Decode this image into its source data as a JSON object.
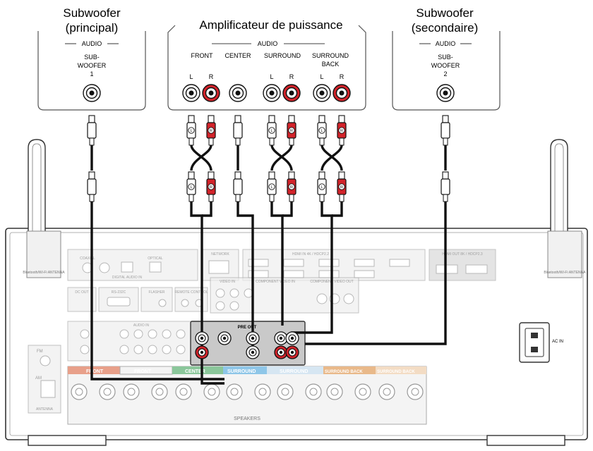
{
  "subwoofer_main": {
    "title_line1": "Subwoofer",
    "title_line2": "(principal)",
    "audio_label": "AUDIO",
    "jack_label_1": "SUB-",
    "jack_label_2": "WOOFER",
    "jack_label_3": "1"
  },
  "amplifier": {
    "title": "Amplificateur de puissance",
    "audio_label": "AUDIO",
    "channels": [
      "FRONT",
      "CENTER",
      "SURROUND",
      "SURROUND"
    ],
    "channel_extra": "BACK",
    "left": "L",
    "right": "R"
  },
  "subwoofer_secondary": {
    "title_line1": "Subwoofer",
    "title_line2": "(secondaire)",
    "audio_label": "AUDIO",
    "jack_label_1": "SUB-",
    "jack_label_2": "WOOFER",
    "jack_label_3": "2"
  },
  "receiver": {
    "antenna_label": "Bluetooth/Wi-Fi ANTENNA",
    "network": "NETWORK",
    "hdmi_in": "HDMI IN 4K / HDCP2.2",
    "hdmi_out": "HDMI OUT 8K / HDCP2.3",
    "dc_out": "DC OUT",
    "rs232c": "RS-232C",
    "ir_flasher": "FLASHER",
    "remote_control": "REMOTE CONTROL",
    "digital_audio_in": "DIGITAL AUDIO IN",
    "optical": "OPTICAL",
    "coaxial": "COAXIAL",
    "component": "COMPONENT VIDEO IN",
    "component_out": "COMPONENT VIDEO OUT",
    "video_in": "VIDEO IN",
    "audio_in": "AUDIO IN",
    "pre_out": "PRE OUT",
    "ac_in": "AC IN",
    "fm": "FM",
    "am": "AM",
    "antenna": "ANTENNA",
    "speakers": "SPEAKERS",
    "speaker_labels": [
      "FRONT",
      "FRONT",
      "CENTER",
      "SURROUND",
      "SURROUND",
      "SURROUND BACK",
      "SURROUND BACK"
    ]
  },
  "colors": {
    "red_jack": "#d2232a",
    "front_tab": "#e8a08a",
    "center_tab": "#8bc79b",
    "surround_tab": "#8ec6e8",
    "back_tab": "#e9b98a"
  }
}
